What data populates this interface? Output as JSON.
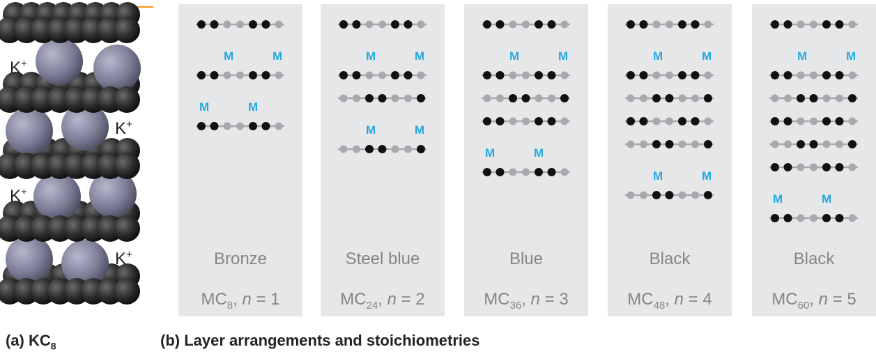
{
  "colors": {
    "accent_text": "#f7941d",
    "m_label": "#27a9e1",
    "panel_bg": "#e6e7e8",
    "dark_atom": "#111111",
    "light_atom": "#a7a9ac",
    "gray_text": "#858585"
  },
  "panel_a": {
    "k_label": "K",
    "k_charge": "+",
    "caption_prefix": "(a) KC",
    "caption_sub": "8"
  },
  "panel_b": {
    "caption": "(b) Layer arrangements and stoichiometries",
    "m_label": "M",
    "stages": [
      {
        "color_name": "Bronze",
        "formula_prefix": "MC",
        "formula_sub": "8",
        "n_text": "n = 1",
        "rows": [
          "A",
          "M",
          "A",
          "Ms",
          "A"
        ]
      },
      {
        "color_name": "Steel blue",
        "formula_prefix": "MC",
        "formula_sub": "24",
        "n_text": "n = 2",
        "rows": [
          "A",
          "M",
          "A",
          "B",
          "M",
          "B"
        ]
      },
      {
        "color_name": "Blue",
        "formula_prefix": "MC",
        "formula_sub": "36",
        "n_text": "n = 3",
        "rows": [
          "A",
          "M",
          "A",
          "B",
          "A",
          "Ms",
          "A"
        ]
      },
      {
        "color_name": "Black",
        "formula_prefix": "MC",
        "formula_sub": "48",
        "n_text": "n = 4",
        "rows": [
          "A",
          "M",
          "A",
          "B",
          "A",
          "B",
          "M",
          "B"
        ]
      },
      {
        "color_name": "Black",
        "formula_prefix": "MC",
        "formula_sub": "60",
        "n_text": "n = 5",
        "rows": [
          "A",
          "M",
          "A",
          "B",
          "A",
          "B",
          "A",
          "Ms",
          "A"
        ]
      }
    ]
  }
}
